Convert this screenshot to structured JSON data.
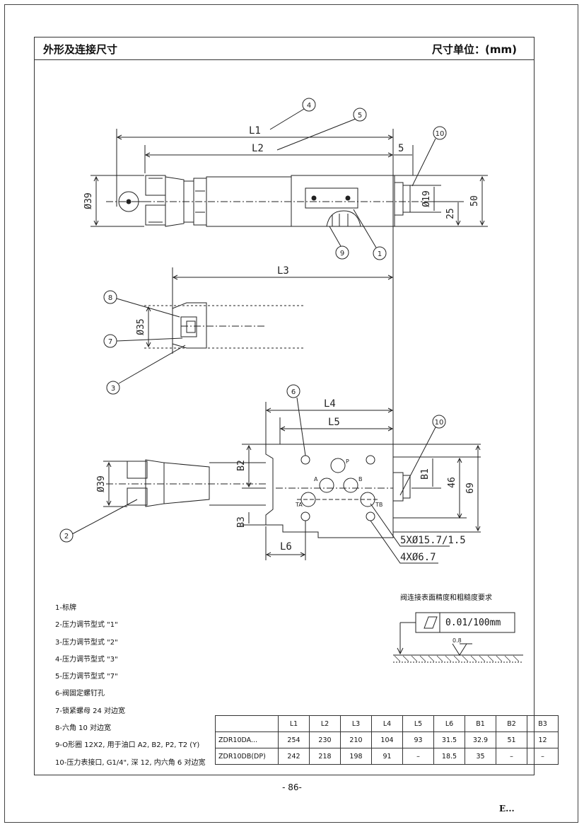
{
  "header": {
    "title": "外形及连接尺寸",
    "unit": "尺寸单位：(mm)"
  },
  "dimensions": {
    "L1": "L1",
    "L2": "L2",
    "L3": "L3",
    "L4": "L4",
    "L5": "L5",
    "L6": "L6",
    "five": "5",
    "d39": "Ø39",
    "d19": "Ø19",
    "n25": "25",
    "n50": "50",
    "d35": "Ø35",
    "d39b": "Ø39",
    "B1": "B1",
    "B2": "B2",
    "B3": "B3",
    "n46": "46",
    "n69": "69",
    "holes5": "5XØ15.7/1.5",
    "holes4": "4XØ6.7"
  },
  "callouts": [
    "1",
    "2",
    "3",
    "4",
    "5",
    "6",
    "7",
    "8",
    "9",
    "10"
  ],
  "ports": {
    "P": "P",
    "A": "A",
    "B": "B",
    "TA": "TA",
    "TB": "TB"
  },
  "legend": [
    "1-标牌",
    "2-压力调节型式 \"1\"",
    "3-压力调节型式 \"2\"",
    "4-压力调节型式 \"3\"",
    "5-压力调节型式 \"7\"",
    "6-阀固定螺钉孔",
    "7-锁紧螺母 24 对边宽",
    "8-六角 10 对边宽",
    "9-O形圈 12X2, 用于油口 A2, B2, P2, T2 (Y)",
    "10-压力表接口, G1/4\", 深 12, 内六角 6 对边宽"
  ],
  "surface": {
    "label": "阀连接表面精度和粗糙度要求",
    "tolerance": "0.01/100mm",
    "roughness": "0.8"
  },
  "spec_table": {
    "headers": [
      "",
      "L1",
      "L2",
      "L3",
      "L4",
      "L5",
      "L6",
      "B1",
      "B2",
      "B3"
    ],
    "rows": [
      [
        "ZDR10DA...",
        "254",
        "230",
        "210",
        "104",
        "93",
        "31.5",
        "32.9",
        "51",
        "12"
      ],
      [
        "ZDR10DB(DP)",
        "242",
        "218",
        "198",
        "91",
        "–",
        "18.5",
        "35",
        "–",
        "–"
      ]
    ]
  },
  "footer": {
    "page": "- 86-",
    "mark": "E..."
  }
}
